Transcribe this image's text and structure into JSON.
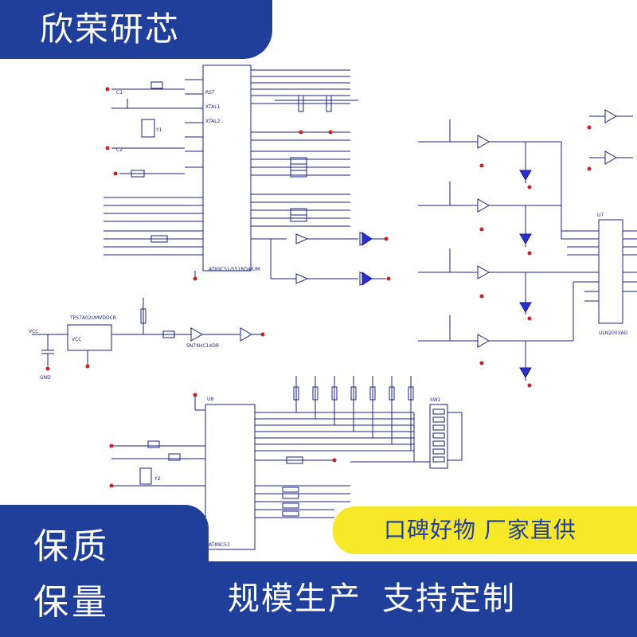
{
  "brand": {
    "name": "欣荣研芯"
  },
  "left_panel": {
    "line1": "保质",
    "line2": "保量"
  },
  "yellow_banner": {
    "text": "口碑好物 厂家直供"
  },
  "blue_banner": {
    "part1": "规模生产",
    "part2": "支持定制"
  },
  "schematic": {
    "labels": {
      "u7": "U7",
      "chip1_part": "AT89C51/S51RD4/UM",
      "regulator_part": "TPS7A02UMVDDCR",
      "regulator_vcc": "VCC",
      "vcc": "VCC",
      "gnd": "GND",
      "inverter_part": "SN74HC14DR",
      "chip2_part": "AT89C51",
      "u8": "U8",
      "dip_switch": "SW1",
      "array_part": "ULN2003AG",
      "xtal1": "XTAL1",
      "xtal2": "XTAL2",
      "rst": "RST",
      "y1": "Y1",
      "y2": "Y2",
      "c1": "C1",
      "c2": "C2"
    }
  }
}
